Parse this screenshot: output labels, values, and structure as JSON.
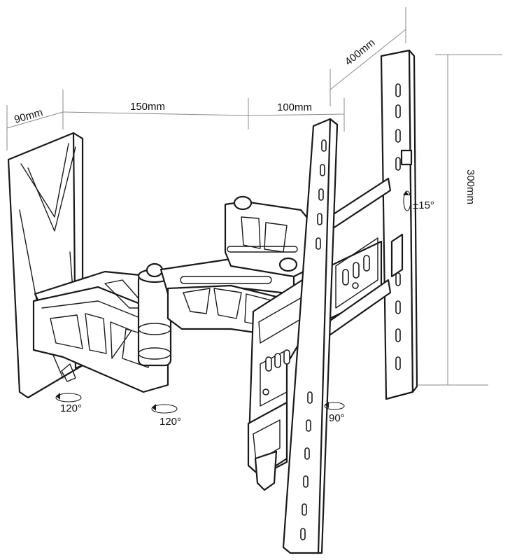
{
  "dimensions": {
    "depth_wall": "90mm",
    "arm_first": "150mm",
    "arm_second": "100mm",
    "vesa_width": "400mm",
    "vesa_height": "300mm"
  },
  "rotations": {
    "wall_pivot": "120°",
    "arm_pivot": "120°",
    "plate_rotation": "90°",
    "tilt": "±15°"
  }
}
